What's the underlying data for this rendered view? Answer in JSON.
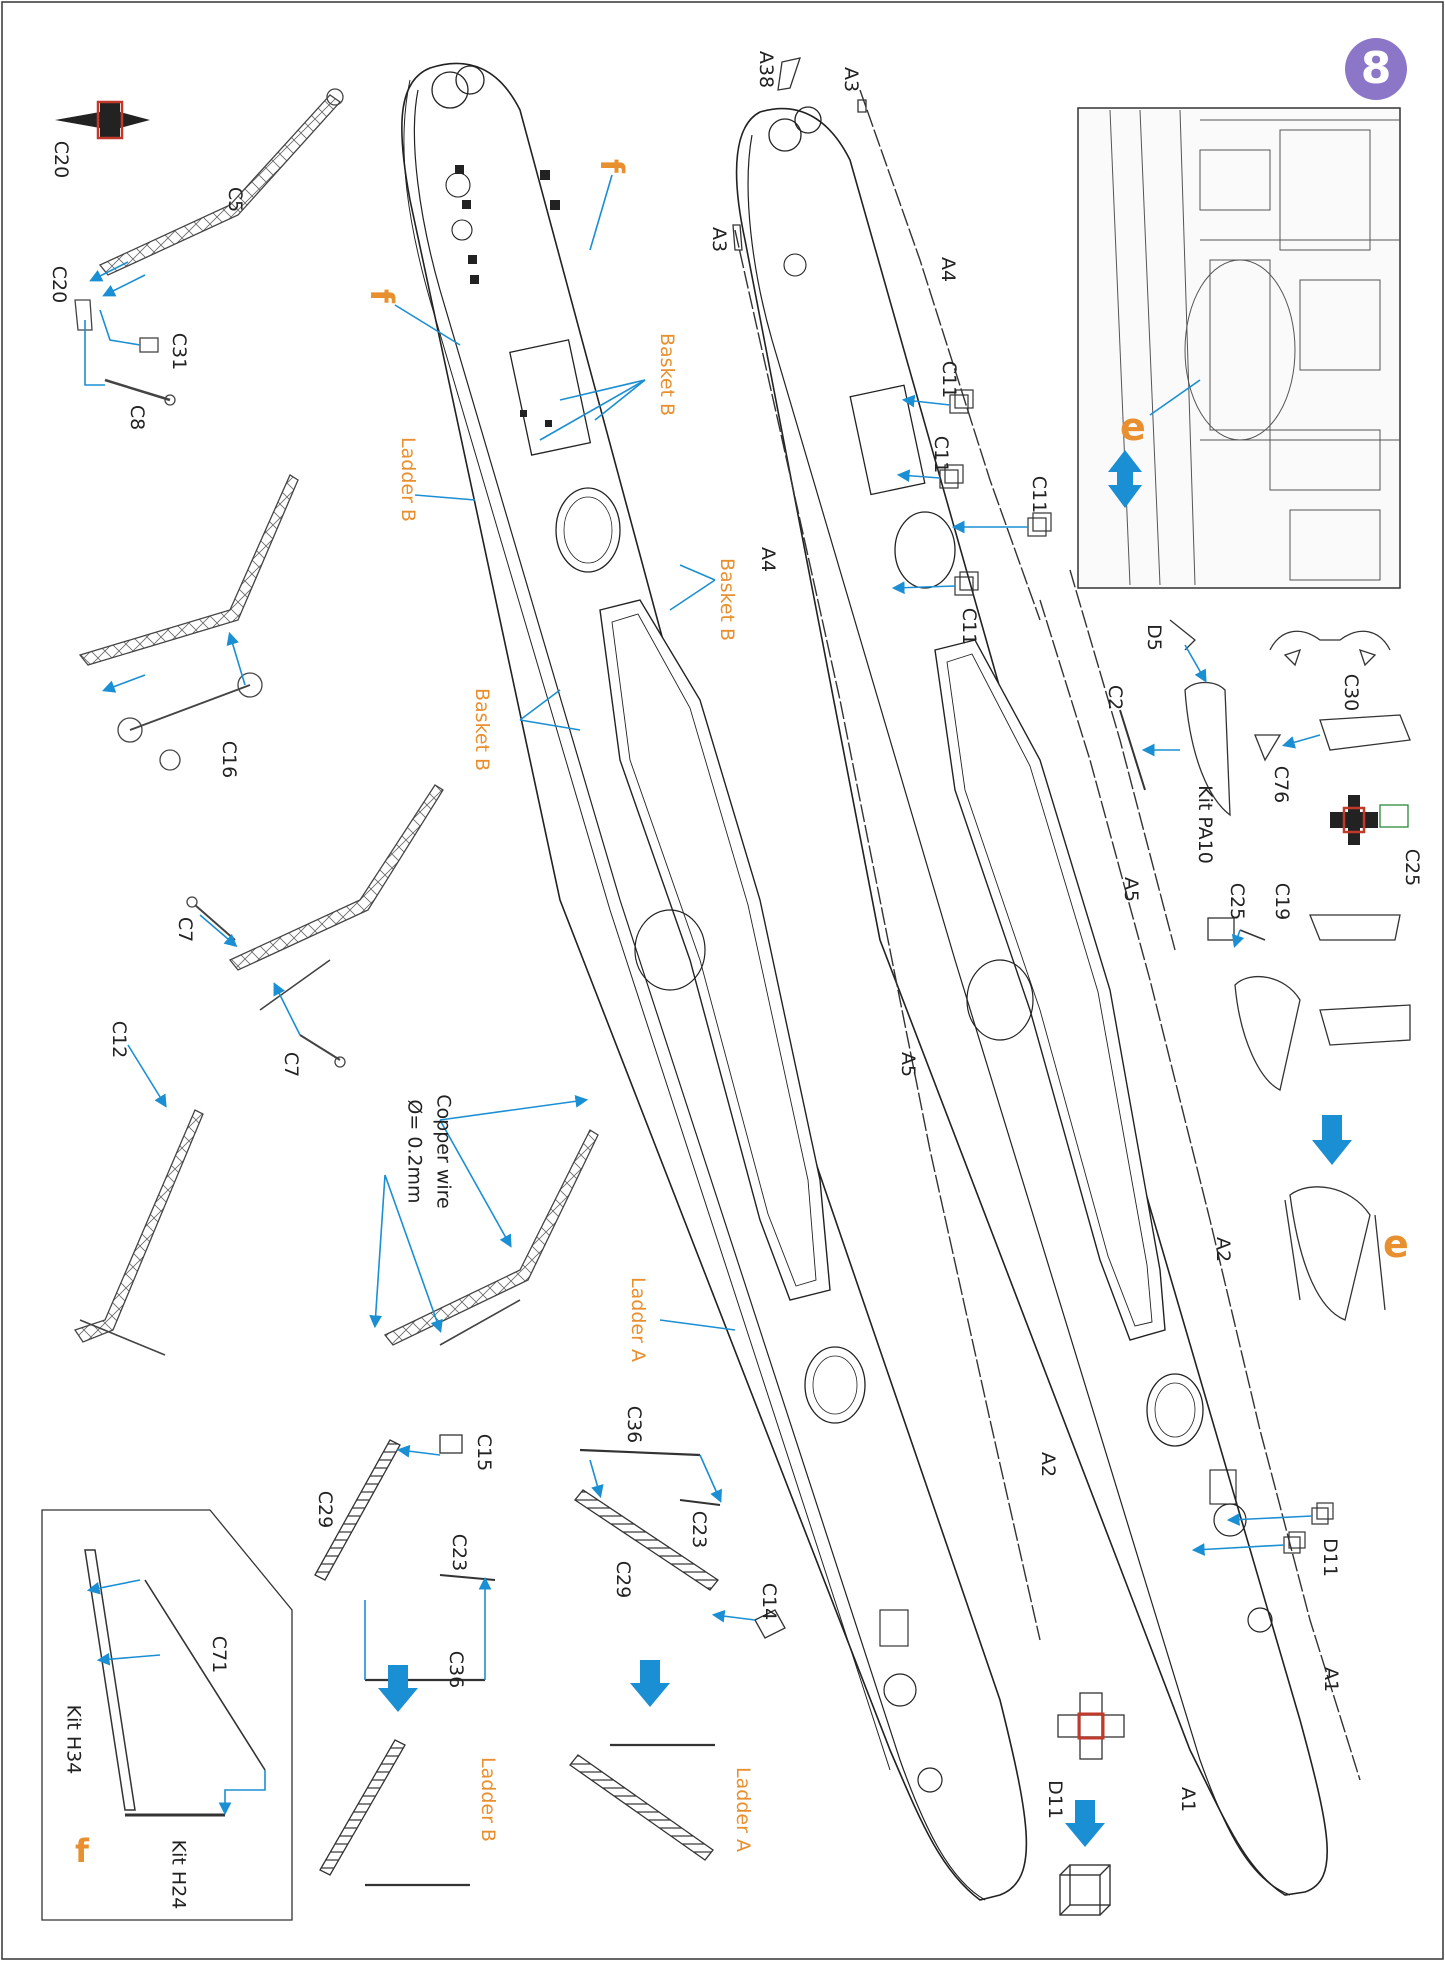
{
  "step_number": "8",
  "callouts": {
    "f": "f",
    "e": "e"
  },
  "labels": {
    "c20": "C20",
    "c5": "C5",
    "c31": "C31",
    "c8": "C8",
    "c16": "C16",
    "c7": "C7",
    "c12": "C12",
    "copper_wire": "Copper wire",
    "copper_dia": "Ø= 0.2mm",
    "c29": "C29",
    "c15": "C15",
    "c23": "C23",
    "c36": "C36",
    "c14": "C14",
    "c71": "C71",
    "kit_h34": "Kit H34",
    "kit_h24": "Kit H24",
    "ladder_a": "Ladder A",
    "ladder_b": "Ladder B",
    "basket_b": "Basket B",
    "a38": "A38",
    "a3": "A3",
    "a4": "A4",
    "a5": "A5",
    "a2": "A2",
    "a1": "A1",
    "c11": "C11",
    "d11": "D11",
    "d5": "D5",
    "c2": "C2",
    "kit_pa10": "Kit PA10",
    "c30": "C30",
    "c76": "C76",
    "c25": "C25",
    "c19": "C19"
  },
  "colors": {
    "accent_orange": "#e8902f",
    "arrow_blue": "#1b8fd3",
    "badge_purple": "#8b76c8",
    "line": "#222222",
    "marker_red": "#c0392b"
  }
}
